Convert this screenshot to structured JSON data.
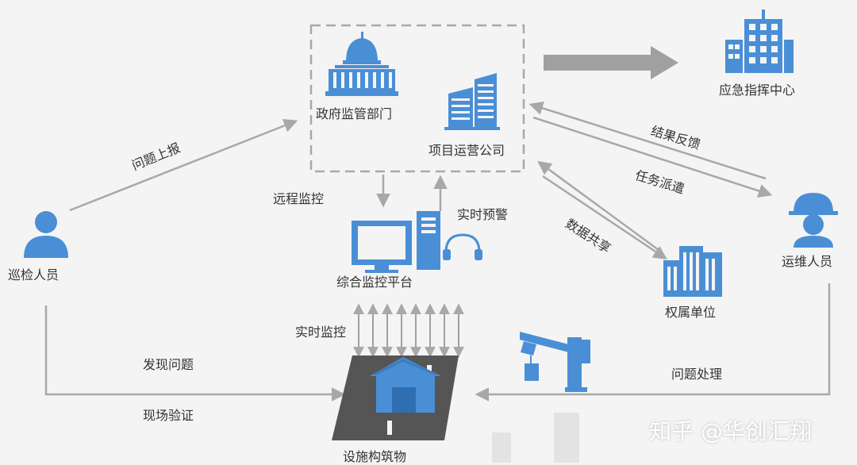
{
  "colors": {
    "icon_blue": "#4a8fd6",
    "line_gray": "#a8a8a8",
    "text": "#333333"
  },
  "nodes": {
    "gov": "政府监管部门",
    "operator": "项目运营公司",
    "emergency": "应急指挥中心",
    "inspector": "巡检人员",
    "platform": "综合监控平台",
    "owner": "权属单位",
    "maintainer": "运维人员",
    "facility": "设施构筑物"
  },
  "edges": {
    "report": "问题上报",
    "remote_monitor": "远程监控",
    "realtime_alert": "实时预警",
    "feedback": "结果反馈",
    "dispatch": "任务派遣",
    "data_share": "数据共享",
    "realtime_monitor": "实时监控",
    "discover": "发现问题",
    "verify": "现场验证",
    "handle": "问题处理"
  },
  "watermark": "知乎 @华创汇翔"
}
